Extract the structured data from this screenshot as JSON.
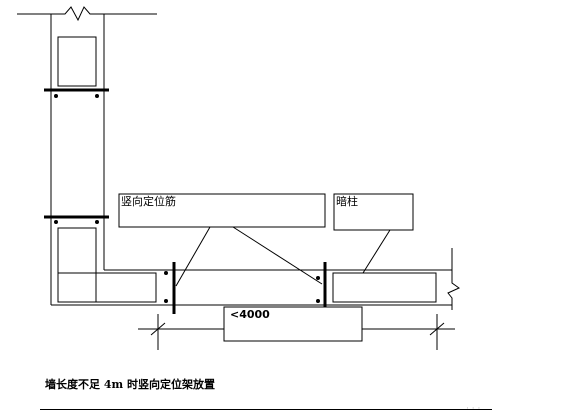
{
  "labels": {
    "vertical_positioning_bar": "竖向定位筋",
    "hidden_column": "暗柱",
    "dimension": "<4000"
  },
  "caption": "墙长度不足 4m 时竖向定位架放置",
  "colors": {
    "line": "#000000",
    "background": "#ffffff"
  }
}
